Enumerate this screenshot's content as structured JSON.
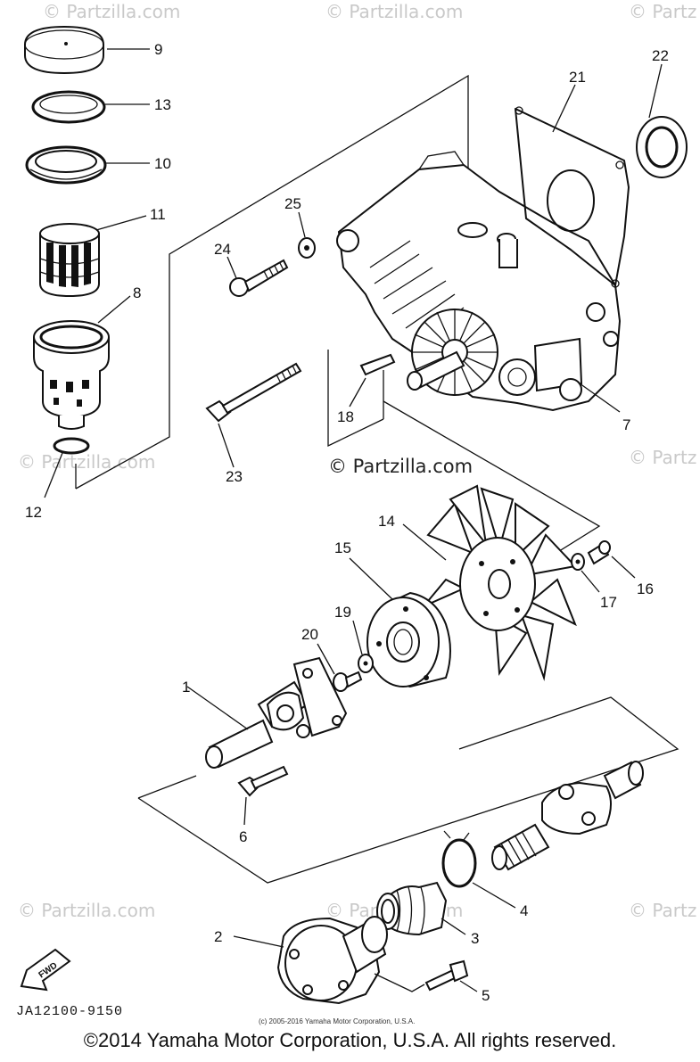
{
  "watermarks": {
    "top_left": "© Partzilla.com",
    "top_mid": "© Partzilla.com",
    "top_right": "© Partz",
    "mid_left": "© Partzilla.com",
    "mid_right": "© Partz",
    "center": "© Partzilla.com",
    "lower_left": "© Partzilla.com",
    "lower_mid": "© Partzilla.com",
    "lower_right": "© Partz"
  },
  "callouts": [
    "9",
    "13",
    "10",
    "11",
    "8",
    "12",
    "21",
    "22",
    "25",
    "24",
    "23",
    "18",
    "7",
    "14",
    "15",
    "16",
    "17",
    "19",
    "20",
    "1",
    "6",
    "4",
    "3",
    "2",
    "5"
  ],
  "fwd_label": "FWD",
  "part_code": "JA12100-9150",
  "fine_print": "(c) 2005-2016 Yamaha Motor Corporation, U.S.A.",
  "footer": "©2014 Yamaha Motor Corporation, U.S.A. All rights reserved."
}
